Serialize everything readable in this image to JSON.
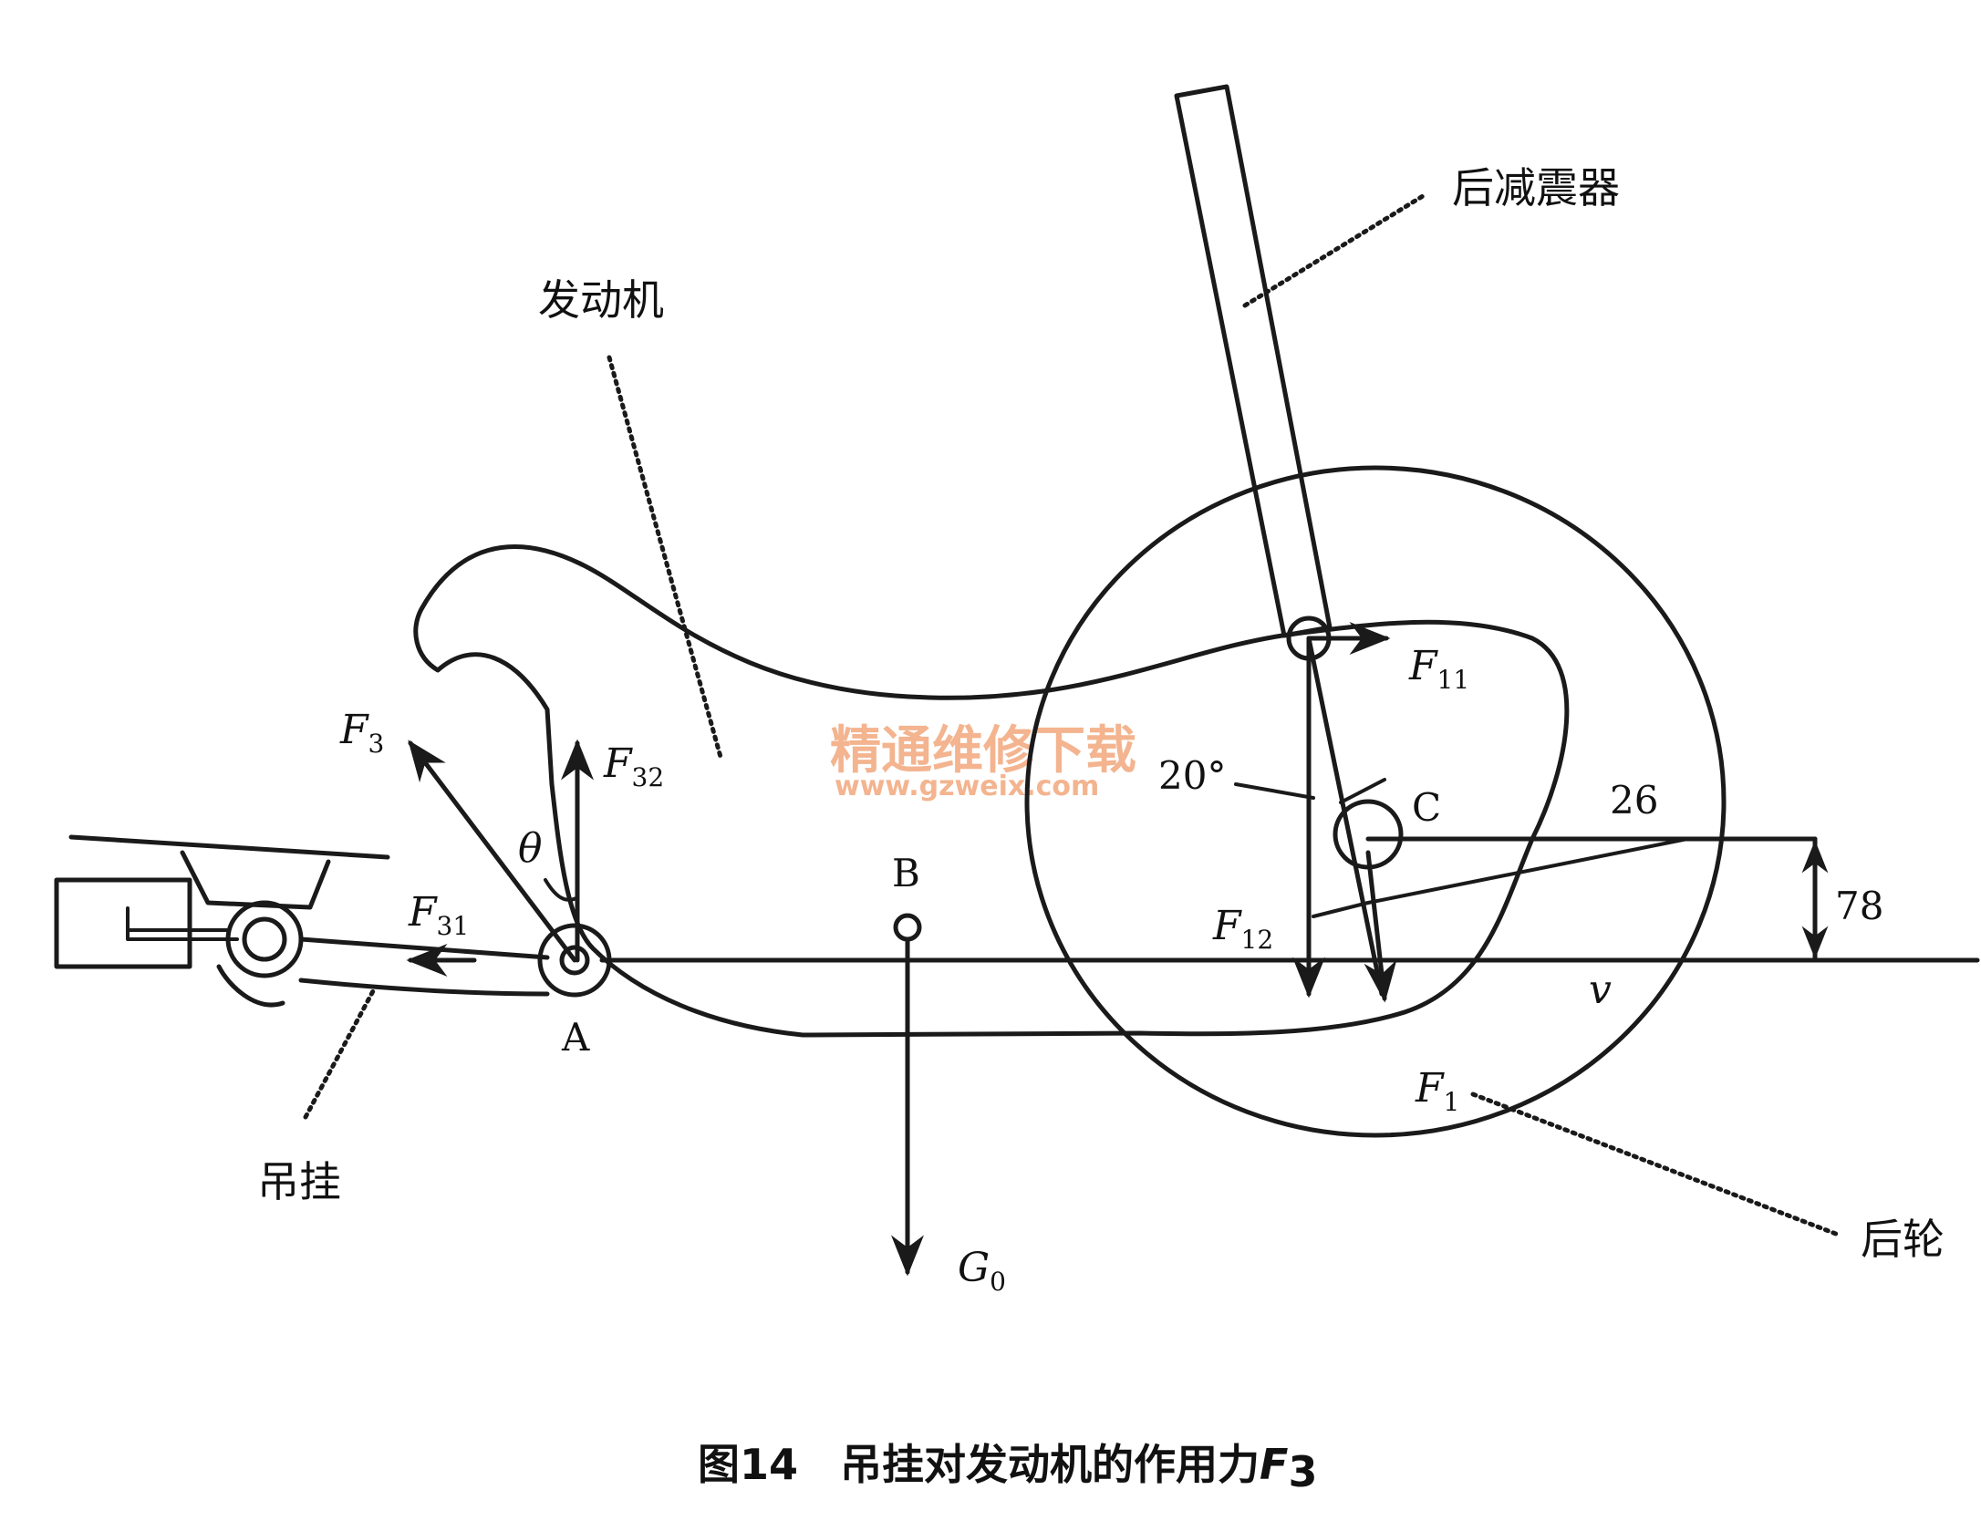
{
  "labels": {
    "engine": "发动机",
    "rear_shock": "后减震器",
    "hanger": "吊挂",
    "rear_wheel": "后轮"
  },
  "points": {
    "a": "A",
    "b": "B",
    "c": "C"
  },
  "forces": {
    "f3": {
      "main": "F",
      "sub": "3"
    },
    "f32": {
      "main": "F",
      "sub": "32"
    },
    "f31": {
      "main": "F",
      "sub": "31"
    },
    "f11": {
      "main": "F",
      "sub": "11"
    },
    "f12": {
      "main": "F",
      "sub": "12"
    },
    "f1": {
      "main": "F",
      "sub": "1"
    },
    "g0": {
      "main": "G",
      "sub": "0"
    }
  },
  "symbols": {
    "theta": "θ",
    "v": "v"
  },
  "dimensions": {
    "angle": "20°",
    "d26": "26",
    "d78": "78"
  },
  "watermark": {
    "text": "精通维修下载",
    "url": "www.gzweix.com"
  },
  "caption": {
    "text": "图14　吊挂对发动机的作用力",
    "symbol": "F",
    "sub": "3"
  }
}
